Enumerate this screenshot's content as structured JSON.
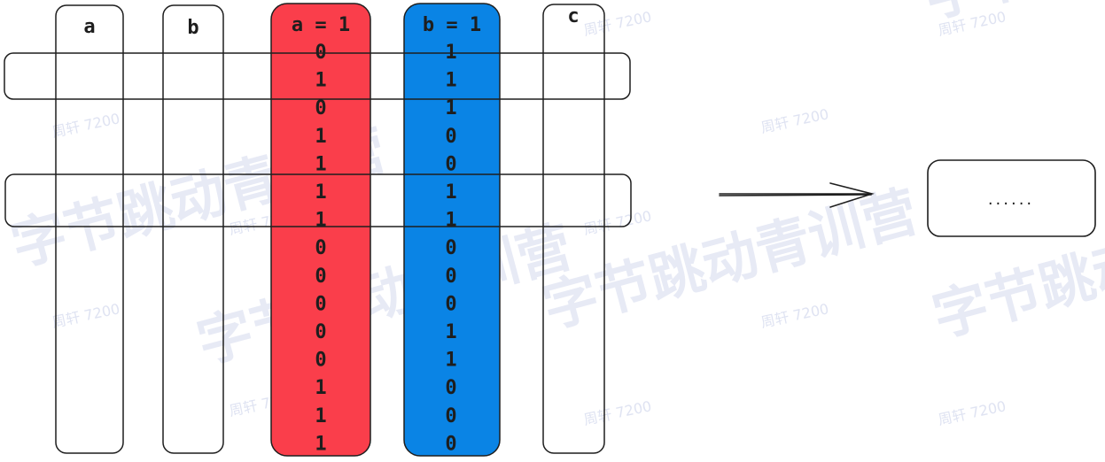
{
  "columns": {
    "a": {
      "label": "a"
    },
    "b": {
      "label": "b"
    },
    "a_eq_1": {
      "label": "a = 1",
      "fill": "#fa3e4b",
      "bits": [
        "0",
        "1",
        "0",
        "1",
        "1",
        "1",
        "1",
        "0",
        "0",
        "0",
        "0",
        "0",
        "1",
        "1",
        "1"
      ]
    },
    "b_eq_1": {
      "label": "b = 1",
      "fill": "#0a84e5",
      "bits": [
        "1",
        "1",
        "1",
        "0",
        "0",
        "1",
        "1",
        "0",
        "0",
        "0",
        "1",
        "1",
        "0",
        "0",
        "0"
      ]
    },
    "c": {
      "label": "c"
    }
  },
  "result_box": {
    "text": "......"
  },
  "watermark": {
    "small": "周轩 7200",
    "large": "字节跳动青训营",
    "color": "#dfe3f2"
  },
  "colors": {
    "stroke": "#1e1e1e"
  }
}
